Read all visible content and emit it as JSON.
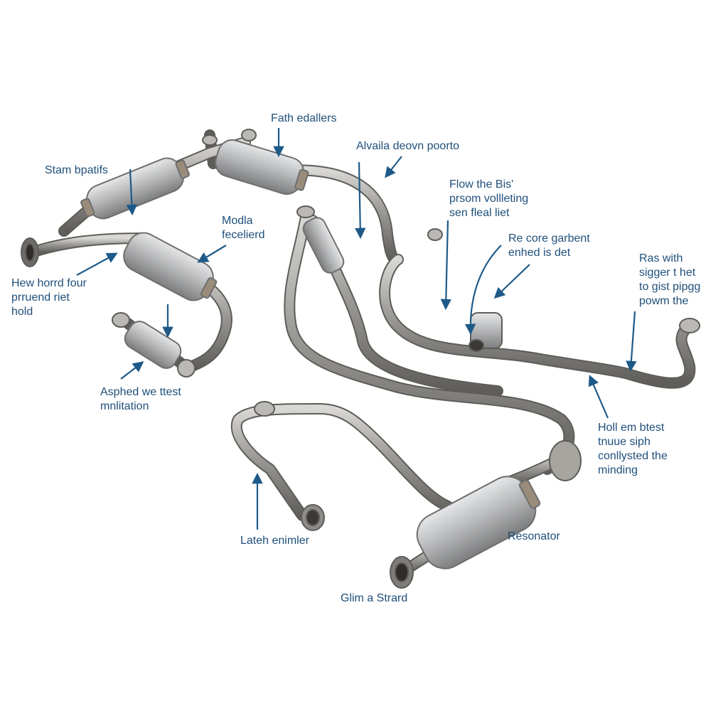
{
  "colors": {
    "background": "#ffffff",
    "pipe": "#8e8d8a",
    "pipe_light": "#c9c8c4",
    "pipe_dark": "#5e5c58",
    "muffler": "#b9bab9",
    "arrow": "#1e5a88",
    "label": "#1f4f7a"
  },
  "labels": {
    "fath_edallers": "Fath edallers",
    "alvaila": "Alvaila deovn poorto",
    "stam_bpatifs": "Stam bpatifs",
    "flow_the_bis": [
      "Flow the Bis'",
      "prsom vollleting",
      "sen fleal liet"
    ],
    "modla": [
      "Modla",
      "fecelierd"
    ],
    "re_core": [
      "Re core garbent",
      "enhed is det"
    ],
    "ras_with": [
      "Ras with",
      "sigger t het",
      "to gist pipgg",
      "powm the"
    ],
    "hew_horrd": [
      "Hew horrd four",
      "prruend riet",
      "hold"
    ],
    "asphed": [
      "Asphed we ttest",
      "mnlitation"
    ],
    "holl_em": [
      "Holl em btest",
      "tnuue siph",
      "conllysted the",
      "minding"
    ],
    "lateh": "Lateh enimler",
    "resonator": "Resonator",
    "glim": "Glim a Strard"
  },
  "icons": [
    "arrow-icon",
    "pipe-icon",
    "muffler-icon"
  ]
}
